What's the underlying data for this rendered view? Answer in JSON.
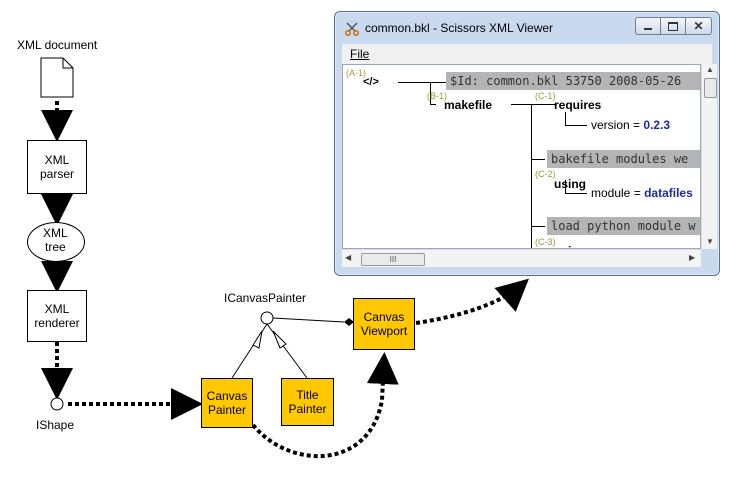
{
  "diagram": {
    "xml_document_label": "XML document",
    "xml_parser_label": "XML\nparser",
    "xml_tree_label": "XML\ntree",
    "xml_renderer_label": "XML\nrenderer",
    "ishape_label": "IShape",
    "icanvaspainter_label": "ICanvasPainter",
    "canvas_painter_label": "Canvas\nPainter",
    "title_painter_label": "Title\nPainter",
    "canvas_viewport_label": "Canvas\nViewport",
    "colors": {
      "component_fill": "#ffc800"
    }
  },
  "window": {
    "title": "common.bkl - Scissors XML Viewer",
    "menu": {
      "file": "File"
    },
    "scroll_thumb_glyph": "III",
    "tree": {
      "root_tag": "(A-1)",
      "root_node": "</>",
      "root_comment": "$Id: common.bkl 53750 2008-05-26",
      "makefile_tag": "(B-1)",
      "makefile_node": "makefile",
      "c1_tag": "(C-1)",
      "requires_node": "requires",
      "requires_attr_name": "version",
      "requires_attr_value": "0.2.3",
      "comment_2": "bakefile modules we",
      "c2_tag": "(C-2)",
      "using_node_1": "using",
      "using_attr_name": "module",
      "using_attr_value": "datafiles",
      "comment_3": "load python module w",
      "c3_tag": "(C-3)",
      "using_node_2": "using",
      "equals": "="
    }
  }
}
